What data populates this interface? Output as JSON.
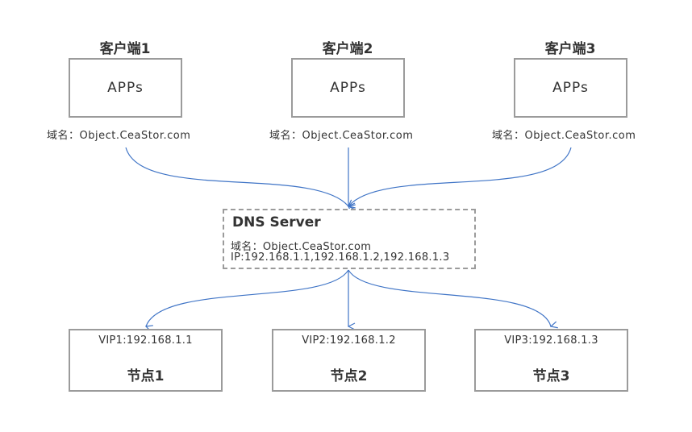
{
  "clients": [
    {
      "title": "客户端1",
      "box_label": "APPs",
      "domain": "域名：Object.CeaStor.com"
    },
    {
      "title": "客户端2",
      "box_label": "APPs",
      "domain": "域名：Object.CeaStor.com"
    },
    {
      "title": "客户端3",
      "box_label": "APPs",
      "domain": "域名：Object.CeaStor.com"
    }
  ],
  "dns": {
    "title": "DNS Server",
    "domain": "域名：Object.CeaStor.com",
    "ips": "IP:192.168.1.1,192.168.1.2,192.168.1.3"
  },
  "nodes": [
    {
      "vip": "VIP1:192.168.1.1",
      "name": "节点1"
    },
    {
      "vip": "VIP2:192.168.1.2",
      "name": "节点2"
    },
    {
      "vip": "VIP3:192.168.1.3",
      "name": "节点3"
    }
  ],
  "colors": {
    "connector": "#3f74c6",
    "box_border": "#9b9b9b",
    "text": "#333333"
  }
}
